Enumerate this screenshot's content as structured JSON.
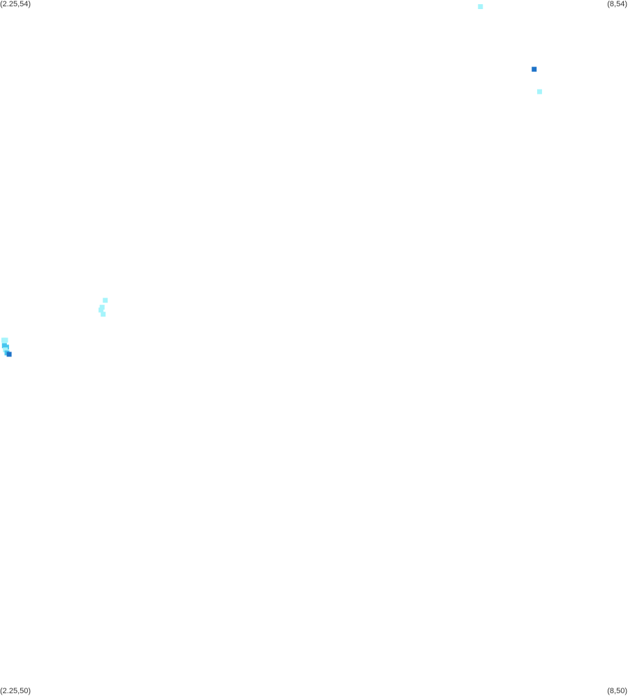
{
  "corners": {
    "top_left": "(2.25,54)",
    "top_right": "(8,54)",
    "bottom_left": "(2.25,50)",
    "bottom_right": "(8,50)"
  },
  "chart_data": {
    "type": "heatmap",
    "xlim": [
      2.25,
      8
    ],
    "ylim": [
      50,
      54
    ],
    "colors": {
      "light": "#a6f4fb",
      "mid": "#46c6ef",
      "dark": "#1e73c8"
    },
    "points": [
      {
        "x": 6.649,
        "y": 53.962,
        "level": "light"
      },
      {
        "x": 7.141,
        "y": 53.602,
        "level": "dark"
      },
      {
        "x": 7.19,
        "y": 53.473,
        "level": "light"
      },
      {
        "x": 3.214,
        "y": 52.274,
        "level": "light"
      },
      {
        "x": 3.185,
        "y": 52.234,
        "level": "light"
      },
      {
        "x": 3.175,
        "y": 52.218,
        "level": "light"
      },
      {
        "x": 3.195,
        "y": 52.194,
        "level": "light"
      },
      {
        "x": 2.285,
        "y": 52.045,
        "level": "light"
      },
      {
        "x": 2.301,
        "y": 52.045,
        "level": "light"
      },
      {
        "x": 2.29,
        "y": 52.029,
        "level": "light"
      },
      {
        "x": 2.29,
        "y": 52.013,
        "level": "mid"
      },
      {
        "x": 2.31,
        "y": 52.005,
        "level": "mid"
      },
      {
        "x": 2.299,
        "y": 51.989,
        "level": "light"
      },
      {
        "x": 2.314,
        "y": 51.972,
        "level": "mid"
      },
      {
        "x": 2.334,
        "y": 51.964,
        "level": "dark"
      }
    ]
  }
}
